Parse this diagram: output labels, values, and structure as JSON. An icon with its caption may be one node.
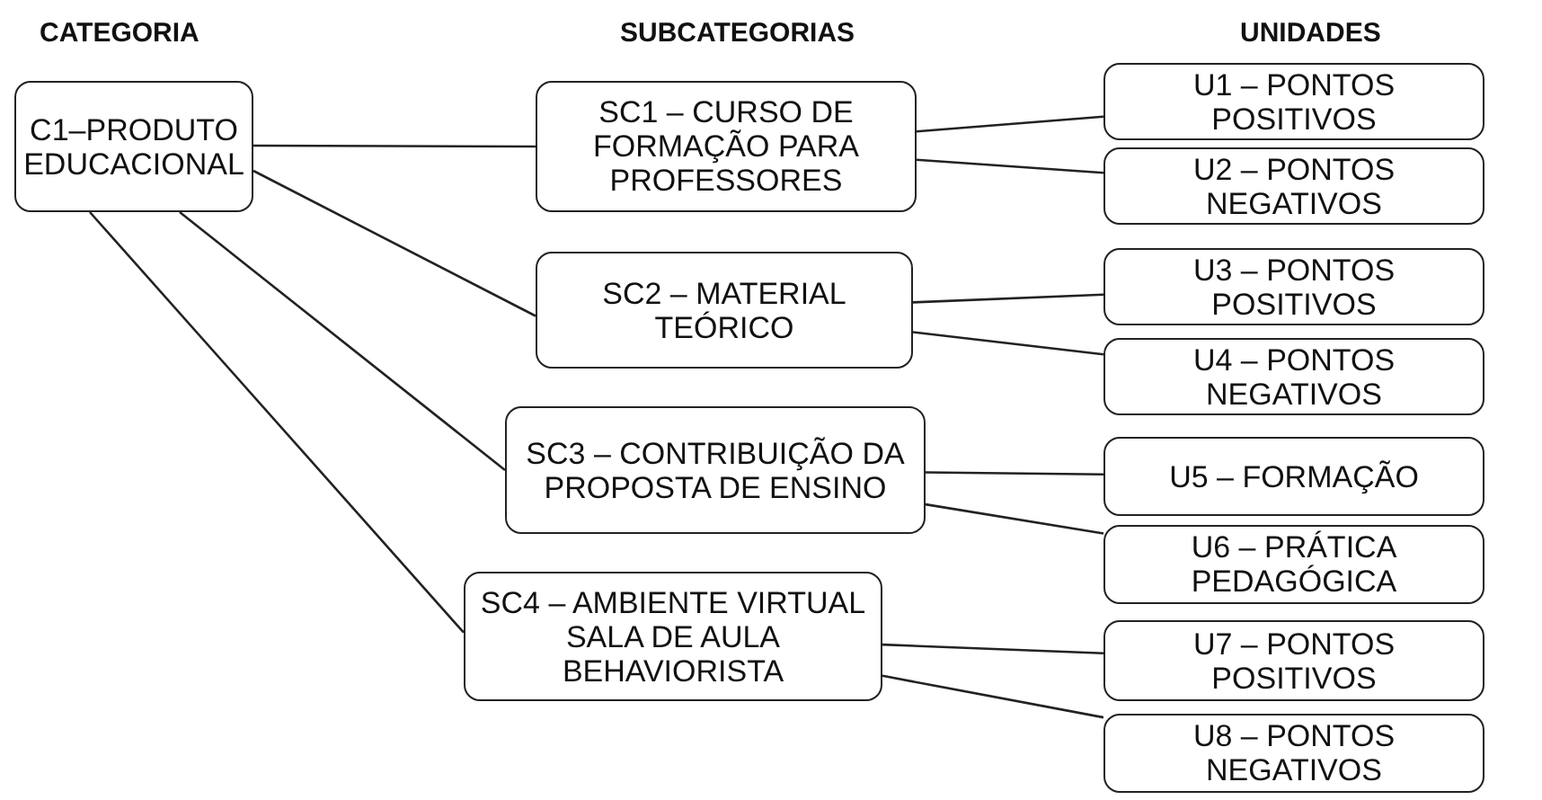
{
  "diagram": {
    "nodes": [
      {
        "text": [
          "C1–PRODUTO EDUCACIONAL"
        ]
      },
      {
        "text": [
          "SC1 – CURSO DE FORMAÇÃO PARA PROFESSORES"
        ]
      },
      {
        "text": [
          "SC2 – MATERIAL TEÓRICO"
        ]
      },
      {
        "text": [
          "SC3 – CONTRIBUIÇÃO DA PROPOSTA DE ENSINO"
        ]
      },
      {
        "text": [
          "SC4 – AMBIENTE VIRTUAL SALA DE AULA BEHAVIORISTA"
        ]
      },
      {
        "text": [
          "U1 – PONTOS POSITIVOS"
        ]
      },
      {
        "text": [
          "U2 – PONTOS NEGATIVOS"
        ]
      },
      {
        "text": [
          "U3 – PONTOS POSITIVOS"
        ]
      },
      {
        "text": [
          "U4 – PONTOS NEGATIVOS"
        ]
      },
      {
        "text": [
          "U5 – FORMAÇÃO"
        ]
      },
      {
        "text": [
          "U6 – PRÁTICA PEDAGÓGICA"
        ]
      },
      {
        "text": [
          "U7 – PONTOS POSITIVOS"
        ]
      },
      {
        "text": [
          "U8 – PONTOS NEGATIVOS"
        ]
      }
    ],
    "edges": [
      {
        "from": 0,
        "to": 1,
        "arrow": "none"
      },
      {
        "from": 0,
        "to": 2,
        "arrow": "none"
      },
      {
        "from": 0,
        "to": 3,
        "arrow": "none"
      },
      {
        "from": 0,
        "to": 4,
        "arrow": "none"
      },
      {
        "from": 1,
        "to": 5,
        "arrow": "none"
      },
      {
        "from": 1,
        "to": 6,
        "arrow": "none"
      },
      {
        "from": 2,
        "to": 7,
        "arrow": "none"
      },
      {
        "from": 2,
        "to": 8,
        "arrow": "none"
      },
      {
        "from": 3,
        "to": 9,
        "arrow": "none"
      },
      {
        "from": 3,
        "to": 10,
        "arrow": "none"
      },
      {
        "from": 4,
        "to": 11,
        "arrow": "none"
      },
      {
        "from": 4,
        "to": 12,
        "arrow": "none"
      }
    ],
    "labels": [
      "CATEGORIA",
      "SUBCATEGORIAS",
      "UNIDADES"
    ]
  }
}
